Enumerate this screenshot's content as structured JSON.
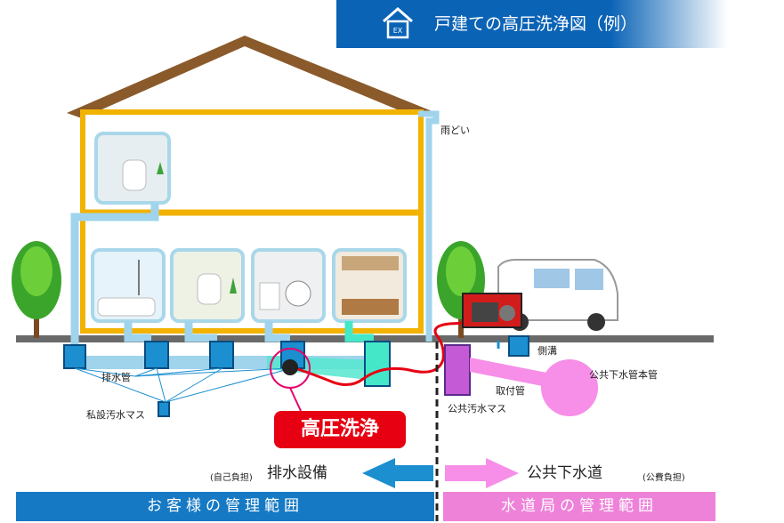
{
  "header": {
    "title": "戸建ての高圧洗浄図（例）",
    "logo_text": "home EX",
    "bg_color": "#0b63b6"
  },
  "labels": {
    "rain_gutter": "雨どい",
    "drain_pipe": "排水管",
    "private_basin": "私設汚水マス",
    "side_ditch": "側溝",
    "public_main": "公共下水管本管",
    "connection_pipe": "取付管",
    "public_basin": "公共汚水マス"
  },
  "high_pressure": {
    "label": "高圧洗浄",
    "color": "#e60012"
  },
  "responsibility": {
    "left_note": "(自己負担)",
    "left_title": "排水設備",
    "right_title": "公共下水道",
    "right_note": "(公費負担)"
  },
  "bands": {
    "left": "お客様の管理範囲",
    "right": "水道局の管理範囲",
    "left_color": "#1679c4",
    "right_color": "#ee82d9"
  },
  "icons": [
    "house-logo-icon",
    "tree-icon",
    "van-icon",
    "generator-icon",
    "toilet-icon",
    "bath-icon",
    "washer-icon",
    "kitchen-icon"
  ]
}
